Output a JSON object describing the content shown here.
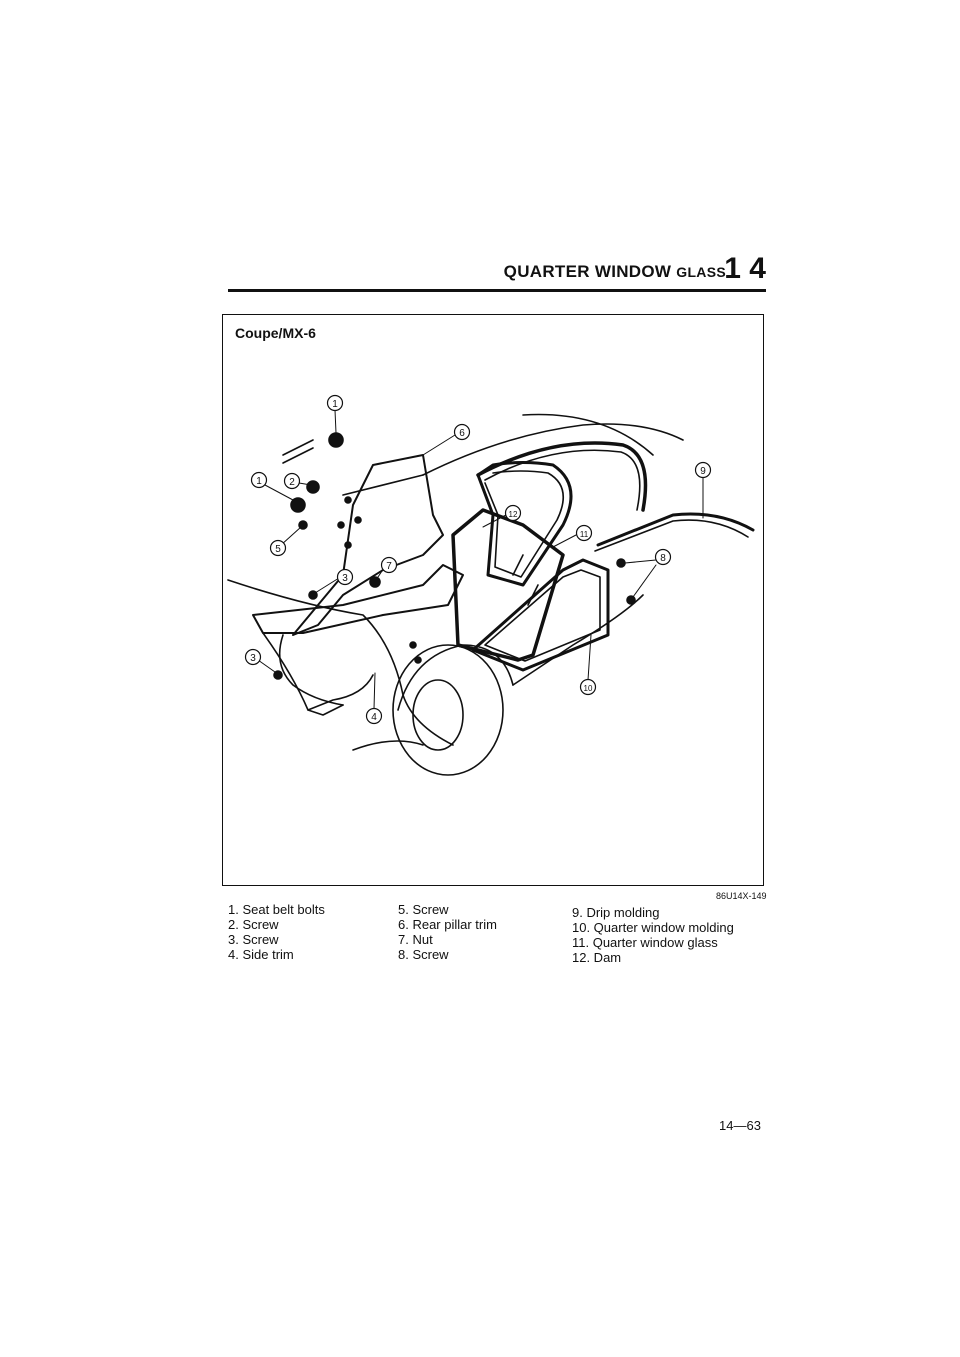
{
  "header": {
    "title_main": "QUARTER WINDOW ",
    "title_small": "GLASS",
    "section_number": "1 4"
  },
  "figure": {
    "title": "Coupe/MX-6",
    "code": "86U14X-149",
    "callouts": [
      "1",
      "1",
      "2",
      "3",
      "3",
      "4",
      "5",
      "6",
      "7",
      "8",
      "9",
      "10",
      "11",
      "12"
    ]
  },
  "legend": {
    "col1": [
      "1. Seat belt bolts",
      "2. Screw",
      "3. Screw",
      "4. Side trim"
    ],
    "col2": [
      "5. Screw",
      "6. Rear pillar trim",
      "7. Nut",
      "8. Screw"
    ],
    "col3": [
      "9. Drip molding",
      "10. Quarter window molding",
      "11. Quarter window glass",
      "12. Dam"
    ]
  },
  "page_number": "14—63"
}
